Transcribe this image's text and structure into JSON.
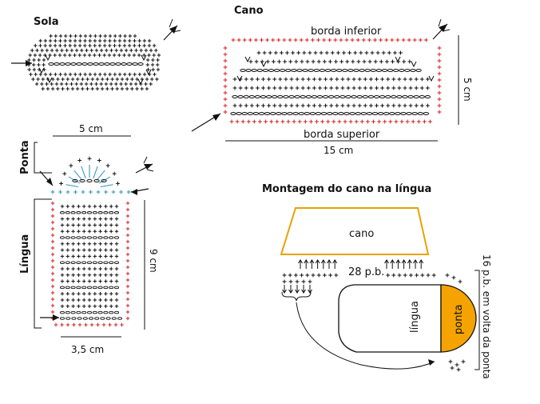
{
  "sola": {
    "title": "Sola"
  },
  "cano": {
    "title": "Cano",
    "label_top": "borda inferior",
    "label_bottom": "borda superior",
    "width": "15 cm",
    "height": "5 cm"
  },
  "ponta_lingua": {
    "ponta_label": "Ponta",
    "lingua_label": "Língua",
    "top_width": "5 cm",
    "height": "9 cm",
    "bottom_width": "3,5 cm"
  },
  "montagem": {
    "title": "Montagem do cano na língua",
    "cano_label": "cano",
    "stitches_label": "28 p.b.",
    "lingua_label": "língua",
    "ponta_label": "ponta",
    "side_note": "16 p.b. em volta da ponta"
  },
  "colors": {
    "black": "#111111",
    "red": "#d42020",
    "blue": "#2a8fc0",
    "orange": "#f4a300",
    "cano_outline": "#e6a300"
  }
}
